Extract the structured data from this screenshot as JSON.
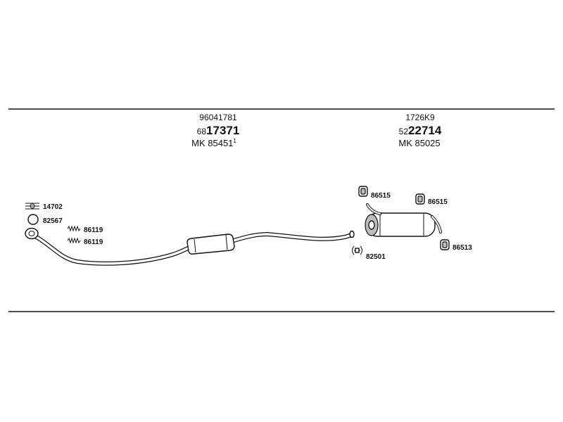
{
  "sections": [
    {
      "oe_code": "96041781",
      "part_prefix": "68",
      "part_main": "17371",
      "mk_label": "MK",
      "mk_number": "85451",
      "mk_sup": "1"
    },
    {
      "oe_code": "1726K9",
      "part_prefix": "52",
      "part_main": "22714",
      "mk_label": "MK",
      "mk_number": "85025",
      "mk_sup": ""
    }
  ],
  "callouts": {
    "gasket_top": "14702",
    "ring": "82567",
    "spring_1": "86119",
    "spring_2": "86119",
    "clamp": "82501",
    "hanger_left": "86515",
    "hanger_right": "86515",
    "hanger_bottom": "86513"
  },
  "icons": {
    "gasket": "gasket-icon",
    "ring": "ring-icon",
    "spring": "spring-icon",
    "clamp": "clamp-icon",
    "rubber_hanger": "rubber-hanger-icon"
  }
}
